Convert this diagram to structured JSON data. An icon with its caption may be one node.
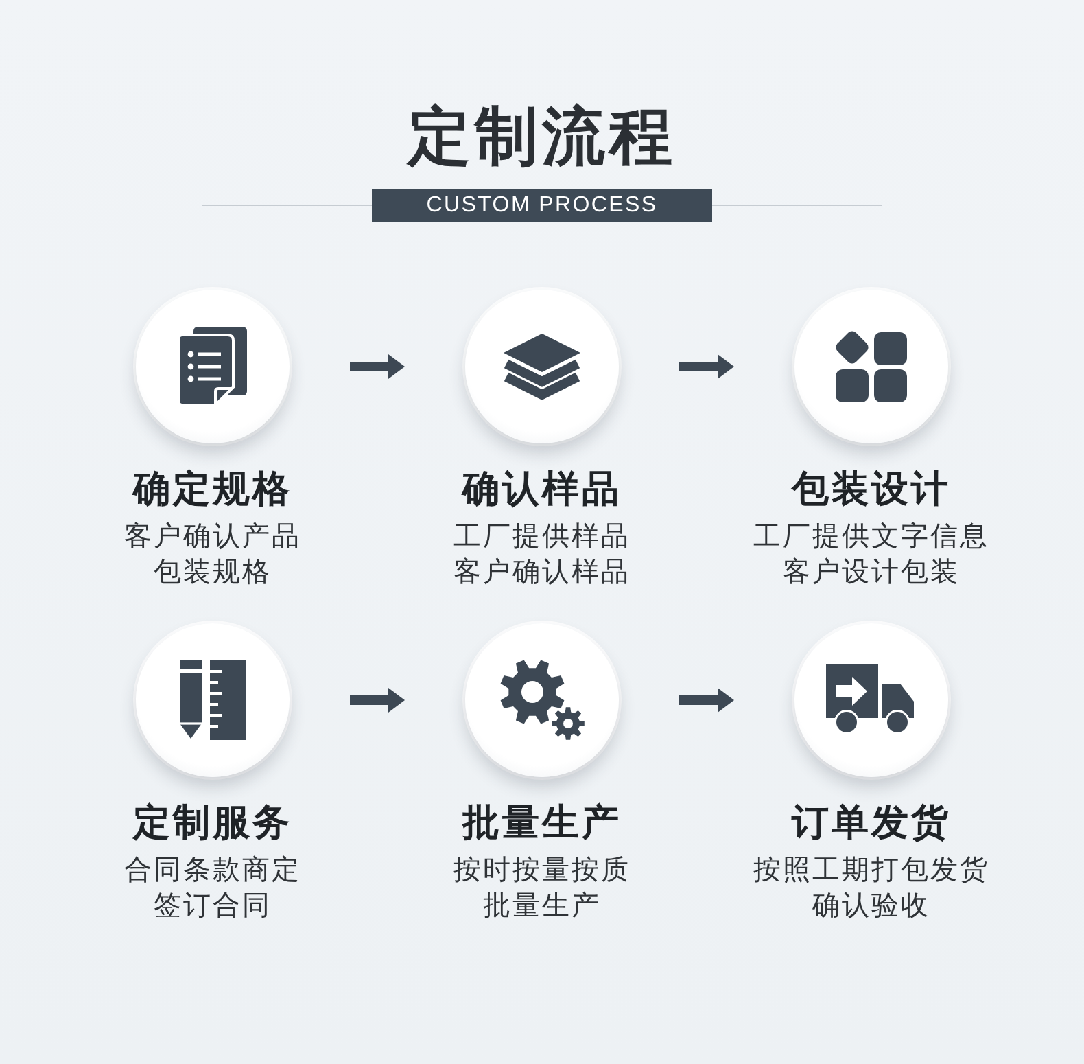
{
  "diagram": {
    "title": "定制流程",
    "nodes": [
      {
        "text": [
          "确定规格",
          "客户确认产品包装规格"
        ]
      },
      {
        "text": [
          "确认样品",
          "工厂提供样品客户确认样品"
        ]
      },
      {
        "text": [
          "包装设计",
          "工厂提供文字信息客户设计包装"
        ]
      },
      {
        "text": [
          "定制服务",
          "合同条款商定签订合同"
        ]
      },
      {
        "text": [
          "批量生产",
          "按时按量按质批量生产"
        ]
      },
      {
        "text": [
          "订单发货",
          "按照工期打包发货确认验收"
        ]
      }
    ],
    "edges": [
      {
        "from": 0,
        "to": 1,
        "arrow": "to"
      },
      {
        "from": 1,
        "to": 2,
        "arrow": "to"
      },
      {
        "from": 3,
        "to": 4,
        "arrow": "to"
      },
      {
        "from": 4,
        "to": 5,
        "arrow": "to"
      }
    ],
    "labels": [
      "CUSTOM PROCESS"
    ]
  }
}
